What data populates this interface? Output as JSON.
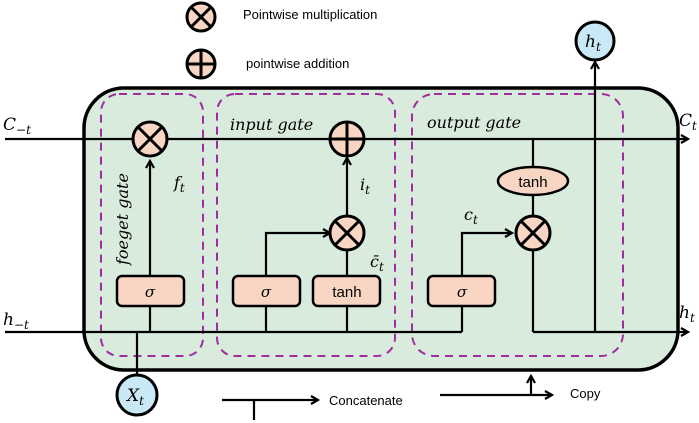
{
  "legend": {
    "multiplication": "Pointwise multiplication",
    "addition": "pointwise addition",
    "concatenate": "Concatenate",
    "copy": "Copy"
  },
  "inputs": {
    "cell_prev": "C",
    "cell_prev_sub": "−t",
    "hidden_prev": "h",
    "hidden_prev_sub": "−t",
    "x": "X",
    "x_sub": "t"
  },
  "outputs": {
    "cell": "C",
    "cell_sub": "t",
    "hidden": "h",
    "hidden_sub": "t",
    "hidden_top": "h",
    "hidden_top_sub": "t"
  },
  "gates": {
    "forget": {
      "label": "foeget gate",
      "signal": "f",
      "signal_sub": "t",
      "activation": "σ"
    },
    "input": {
      "label": "input gate",
      "signal": "i",
      "signal_sub": "t",
      "candidate": "c̄",
      "candidate_sub": "t",
      "activation": "σ",
      "candidate_activation": "tanh"
    },
    "output": {
      "label": "output gate",
      "signal": "c",
      "signal_sub": "t",
      "activation": "σ",
      "cell_activation": "tanh"
    }
  },
  "colors": {
    "cell_fill": "#d9ebdd",
    "op_fill": "#f9d6c3",
    "io_fill": "#c9e9f7",
    "gate_border": "#a02ca0",
    "line": "#000000"
  }
}
